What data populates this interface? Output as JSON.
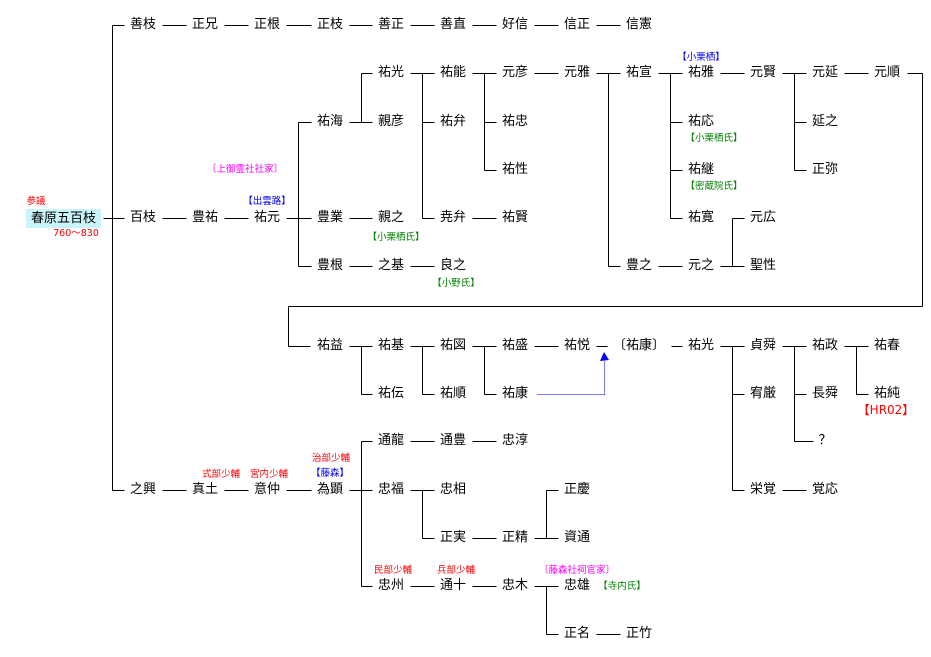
{
  "colors": {
    "line": "#000000",
    "root_bg": "#c8f4fa",
    "red": "#ff0000",
    "blue": "#0000ff",
    "magenta": "#ff00ff",
    "green": "#008000"
  },
  "people": {
    "n0": "春原五百枝",
    "n1": "善枝",
    "n2": "正兄",
    "n3": "正根",
    "n4": "正枝",
    "n5": "善正",
    "n6": "善直",
    "n7": "好信",
    "n8": "信正",
    "n9": "信憲",
    "n10": "百枝",
    "n11": "豊祐",
    "n12": "祐元",
    "n13": "祐海",
    "n14": "豊業",
    "n15": "豊根",
    "n16": "祐光",
    "n17": "親彦",
    "n18": "親之",
    "n19": "之基",
    "n20": "良之",
    "n21": "祐能",
    "n22": "祐弁",
    "n23": "尭弁",
    "n24": "元彦",
    "n25": "祐忠",
    "n26": "祐性",
    "n27": "祐賢",
    "n28": "元雅",
    "n29": "祐宣",
    "n30": "豊之",
    "n31": "祐雅",
    "n32": "祐応",
    "n33": "祐継",
    "n34": "祐寛",
    "n35": "元之",
    "n36": "元広",
    "n37": "聖性",
    "n38": "元賢",
    "n39": "元延",
    "n40": "延之",
    "n41": "正弥",
    "n42": "元順",
    "n43": "祐益",
    "n44": "祐基",
    "n45": "祐伝",
    "n46": "祐図",
    "n47": "祐順",
    "n48": "祐盛",
    "n49": "祐康",
    "n50": "祐悦",
    "n51": "〔祐康〕",
    "n52": "祐光",
    "n53": "貞舜",
    "n54": "宥厳",
    "n55": "栄覚",
    "n56": "祐政",
    "n57": "長舜",
    "n58": "？",
    "n59": "祐春",
    "n60": "祐純",
    "n61": "覚応",
    "n62": "之興",
    "n63": "真土",
    "n64": "意仲",
    "n65": "為顕",
    "n66": "通龍",
    "n67": "通豊",
    "n68": "忠淳",
    "n69": "忠福",
    "n70": "忠相",
    "n71": "正実",
    "n72": "正精",
    "n73": "正慶",
    "n74": "資通",
    "n75": "忠州",
    "n76": "通十",
    "n77": "忠木",
    "n78": "忠雄",
    "n79": "正名",
    "n80": "正竹"
  },
  "annotations": {
    "root_title": "参議",
    "root_years": "760〜830",
    "kamigoryo": "〔上御霊社社家〕",
    "izumoji": "【出雲路】",
    "oguruso_uji1": "【小栗栖氏】",
    "ono_uji": "【小野氏】",
    "oguruso": "【小栗栖】",
    "oguruso_uji2": "【小栗栖氏】",
    "mitsuzoin_uji": "【密蔵院氏】",
    "hr02": "【HR02】",
    "jibu": "治部少輔",
    "fujinomori": "【藤森】",
    "shikibu": "式部少輔",
    "kunai": "宮内少輔",
    "minbu": "民部少輔",
    "hyobu": "兵部少輔",
    "fujinomori_shrine": "〔藤森社祠官家〕",
    "terauchi_uji": "【寺内氏】"
  }
}
